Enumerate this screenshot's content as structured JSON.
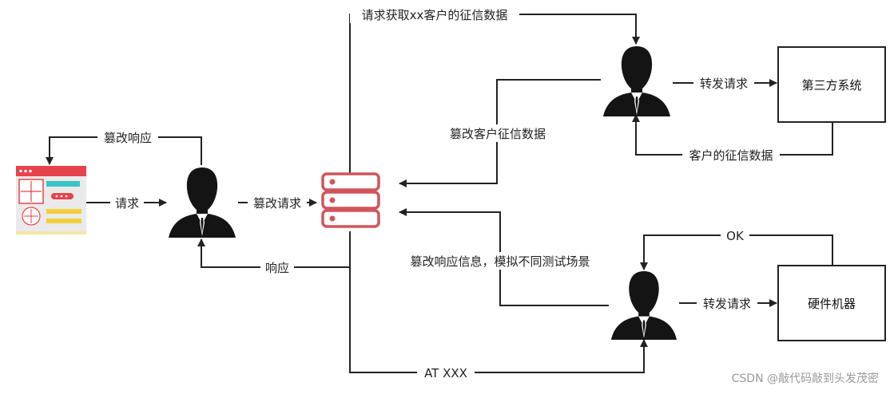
{
  "nodes": {
    "third_party": "第三方系统",
    "hardware": "硬件机器"
  },
  "edges": {
    "request": "请求",
    "tamper_response": "篡改响应",
    "tamper_request": "篡改请求",
    "response": "响应",
    "get_credit": "请求获取xx客户的征信数据",
    "forward_top": "转发请求",
    "customer_credit": "客户的征信数据",
    "tamper_credit": "篡改客户征信数据",
    "forward_bottom": "转发请求",
    "ok": "OK",
    "tamper_info": "篡改响应信息，模拟不同测试场景",
    "at": "AT XXX"
  },
  "watermark": "CSDN @敲代码敲到头发茂密",
  "icons": [
    "browser-window-icon",
    "person-icon",
    "server-icon"
  ],
  "colors": {
    "line": "#222222",
    "server": "#d0555a",
    "browser_top": "#e8424a",
    "browser_body": "#eaeaea",
    "browser_cyan": "#3ac3c6",
    "browser_yellow": "#f2cf3a"
  }
}
